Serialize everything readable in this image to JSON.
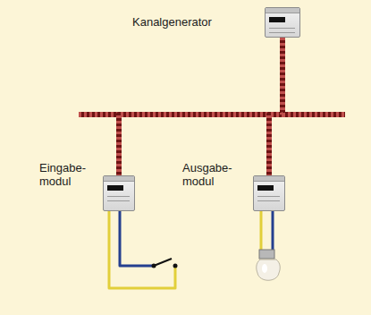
{
  "diagram": {
    "nodes": [
      {
        "text": [
          "Kanalgenerator"
        ]
      },
      {
        "text": [
          "Eingabe- modul"
        ]
      },
      {
        "text": [
          "Ausgabe- modul"
        ]
      }
    ],
    "edges": [
      {
        "from": 0,
        "to": 1,
        "arrow": "none"
      },
      {
        "from": 0,
        "to": 2,
        "arrow": "none"
      }
    ]
  }
}
